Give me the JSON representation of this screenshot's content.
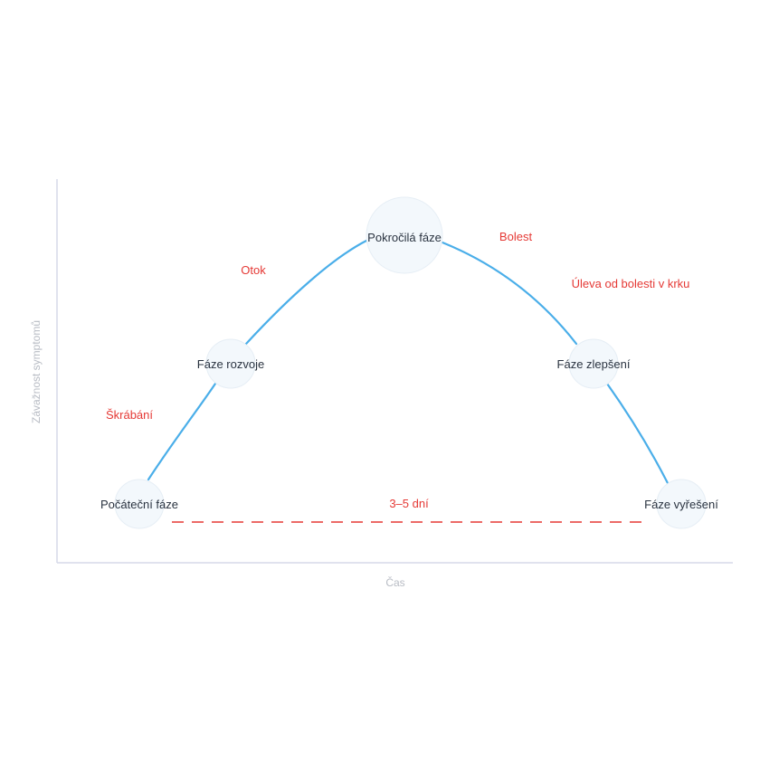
{
  "axes": {
    "x_label": "Čas",
    "y_label": "Závažnost symptomů"
  },
  "stages": [
    {
      "label": "Počáteční fáze"
    },
    {
      "label": "Fáze rozvoje"
    },
    {
      "label": "Pokročilá fáze"
    },
    {
      "label": "Fáze zlepšení"
    },
    {
      "label": "Fáze vyřešení"
    }
  ],
  "symptoms": {
    "scratching": "Škrábání",
    "swelling": "Otok",
    "pain": "Bolest",
    "relief": "Úleva od bolesti v krku"
  },
  "duration": {
    "label": "3–5 dní"
  },
  "colors": {
    "curve": "#4aaee9",
    "accent": "#e53935",
    "axis": "#d5d9e8",
    "node_fill": "#f3f8fc",
    "node_stroke": "#e6eef5"
  }
}
